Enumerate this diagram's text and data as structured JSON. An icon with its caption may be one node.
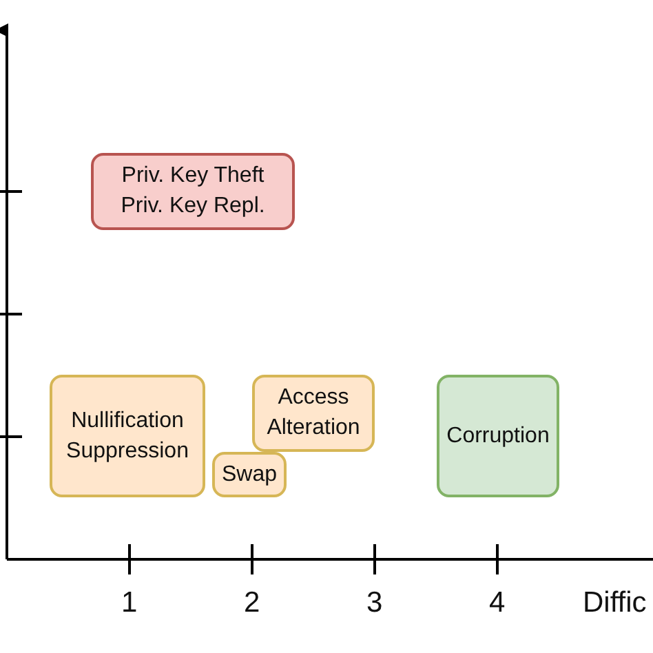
{
  "diagram": {
    "nodes": [
      {
        "text": [
          "Priv. Key Theft",
          "Priv. Key Repl."
        ]
      },
      {
        "text": [
          "Nullification",
          "Suppression"
        ]
      },
      {
        "text": [
          "Access Alteration"
        ]
      },
      {
        "text": [
          "Swap"
        ]
      },
      {
        "text": [
          "Corruption"
        ]
      }
    ],
    "labels": [
      "1",
      "2",
      "3",
      "4",
      "Diffic"
    ]
  }
}
